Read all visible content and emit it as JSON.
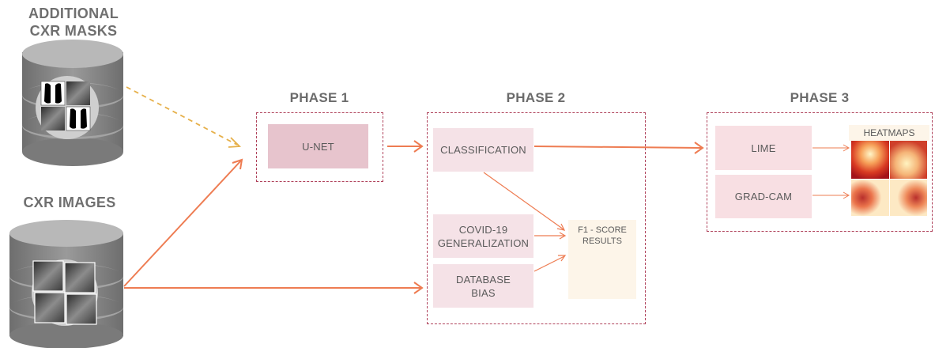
{
  "sources": {
    "masks_title": "ADDITIONAL\nCXR MASKS",
    "images_title": "CXR IMAGES"
  },
  "phases": {
    "phase1": {
      "title": "PHASE 1",
      "boxes": [
        "U-NET"
      ]
    },
    "phase2": {
      "title": "PHASE 2",
      "boxes": [
        "CLASSIFICATION",
        "COVID-19\nGENERALIZATION",
        "DATABASE\nBIAS"
      ],
      "results": "F1 - SCORE\nRESULTS"
    },
    "phase3": {
      "title": "PHASE 3",
      "boxes": [
        "LIME",
        "GRAD-CAM"
      ],
      "heatmaps": "HEATMAPS"
    }
  },
  "colors": {
    "arrow": "#ee7c52",
    "mask_arrow": "#e6b04a",
    "phase_border": "#b0435c",
    "unet_fill": "#e7c4cd",
    "box_fill": "#f5e2e7",
    "results_fill": "#fdf5e9",
    "database": "#8a8a8a"
  },
  "icons": [
    "database-icon",
    "document-checklist-icon",
    "heatmap-thumbnail"
  ]
}
